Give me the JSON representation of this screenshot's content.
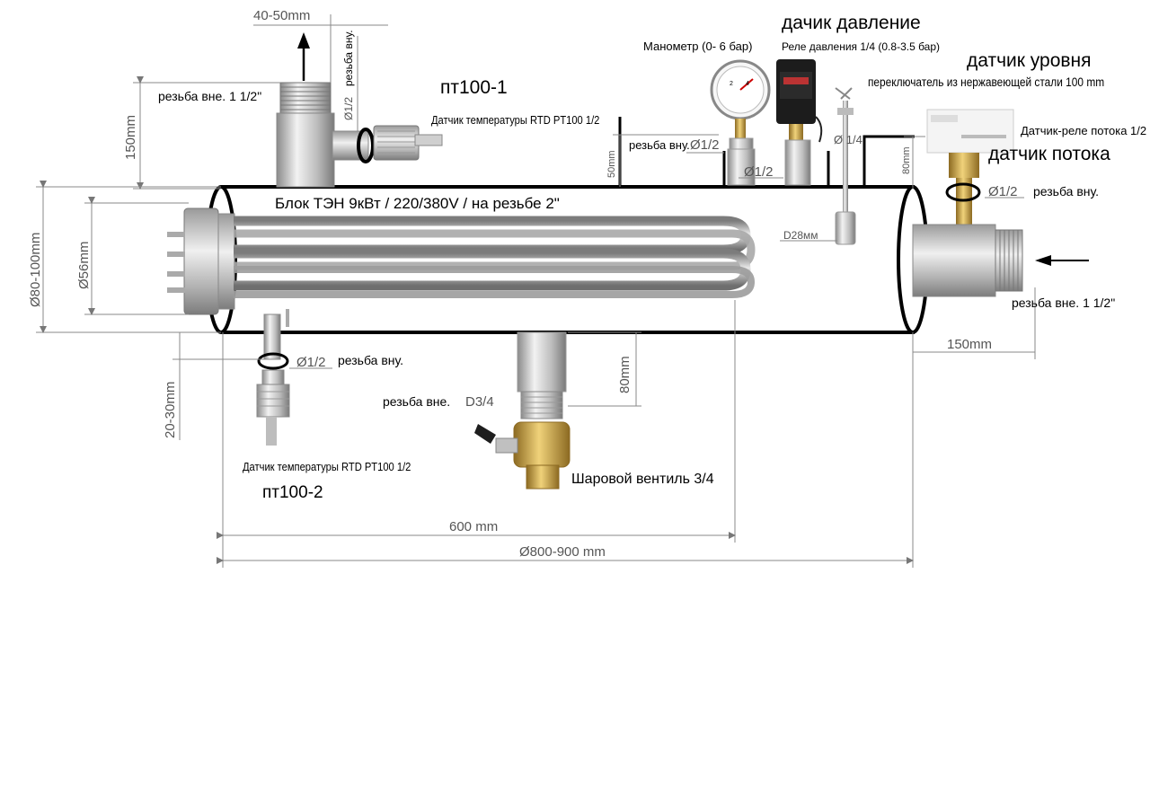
{
  "labels": {
    "tube_dim_top": "40-50mm",
    "thread_ext_top": "резьба вне. 1 1/2\"",
    "top_pipe_height": "150mm",
    "thread_int_vertical": "резьба вну.",
    "d12_vertical": "Ø1/2",
    "pt100_1": "пт100-1",
    "rtd_sensor_1": "Датчик температуры RTD PT100  1/2",
    "pressure_title": "дачик давление",
    "manometer": "Манометр (0- 6  бар)",
    "pressure_relay": "Реле давления 1/4 (0.8-3.5  бар)",
    "level_title": "датчик уровня",
    "level_switch": "переключатель из нержавеющей стали 100 mm",
    "thread_int_manometer": "резьба вну.",
    "d12_manometer": "Ø1/2",
    "d12_relay": "Ø1/2",
    "d14_level": "Ø 1/4",
    "mm50": "50mm",
    "mm80_right": "80mm",
    "flow_relay": "Датчик-реле потока 1/2",
    "flow_title": "датчик потока",
    "d12_flow": "Ø1/2",
    "thread_int_flow": "резьба вну.",
    "heater_block": "Блок ТЭН 9кВт / 220/380V / на резьбе 2\"",
    "d28": "D28мм",
    "dia_80_100": "Ø80-100mm",
    "dia_56": "Ø56mm",
    "thread_ext_right": "резьба вне. 1 1/2\"",
    "mm150_right": "150mm",
    "d12_bottom": "Ø1/2",
    "thread_int_bottom": "резьба вну.",
    "mm20_30": "20-30mm",
    "rtd_sensor_2": "Датчик температуры RTD PT100  1/2",
    "pt100_2": "пт100-2",
    "thread_ext_d34": "резьба вне.",
    "d34": "D3/4",
    "mm80_bottom": "80mm",
    "ball_valve": "Шаровой вентиль 3/4",
    "len_600": "600 mm",
    "len_total": "Ø800-900 mm"
  },
  "colors": {
    "outline": "#000000",
    "dim_line": "#888888",
    "steel_light": "#e4e4e4",
    "steel_dark": "#8a8a8a",
    "brass": "#c9a34a",
    "arrow": "#000000"
  }
}
